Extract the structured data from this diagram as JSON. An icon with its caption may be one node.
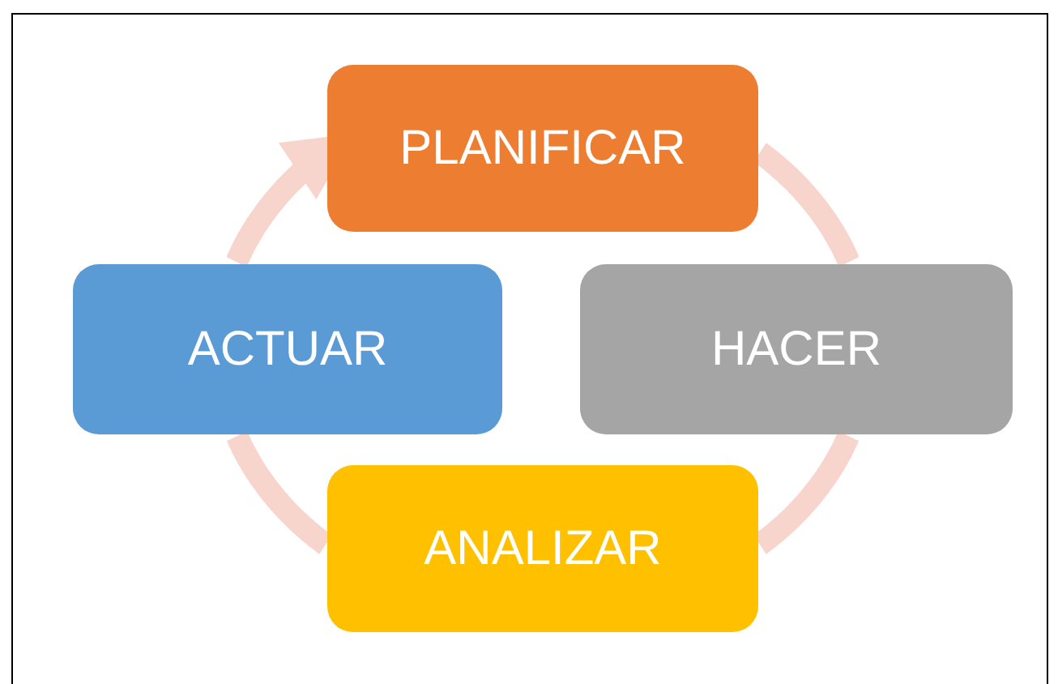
{
  "diagram": {
    "nodes": [
      {
        "text": [
          "PLANIFICAR"
        ]
      },
      {
        "text": [
          "ACTUAR"
        ]
      },
      {
        "text": [
          "HACER"
        ]
      },
      {
        "text": [
          "ANALIZAR"
        ]
      }
    ],
    "edges": [
      {
        "from": 0,
        "to": 2,
        "arrow": "none"
      },
      {
        "from": 2,
        "to": 3,
        "arrow": "none"
      },
      {
        "from": 3,
        "to": 1,
        "arrow": "none"
      },
      {
        "from": 1,
        "to": 0,
        "arrow": "to"
      }
    ]
  }
}
